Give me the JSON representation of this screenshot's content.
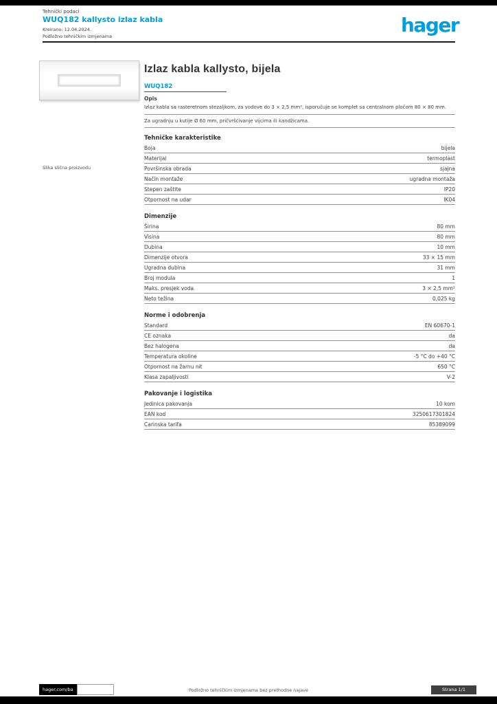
{
  "colors": {
    "accent": "#009ee0",
    "text": "#3d3d3d",
    "rule": "#909090"
  },
  "header": {
    "doc_type": "Tehnički podaci",
    "product_line": "WUQ182 kallysto izlaz kabla",
    "date_line": "Kreirano: 12.04.2024.",
    "note_line": "Podložno tehničkim izmjenama",
    "logo": "hager"
  },
  "product": {
    "title": "Izlaz kabla kallysto, bijela",
    "reference": "WUQ182",
    "image_caption": "Slika slična proizvodu",
    "description_label": "Opis",
    "description": "Izlaz kabla sa rasteretnom stezaljkom, za vodove do 3 × 2,5 mm², isporučuje se komplet sa centralnom pločom 80 × 80 mm.",
    "description2": "Za ugradnju u kutije Ø 60 mm, pričvršćivanje vijcima ili kandžicama."
  },
  "spec_groups": [
    {
      "heading": "Tehničke karakteristike",
      "rows": [
        {
          "label": "Boja",
          "value": "bijela"
        },
        {
          "label": "Materijal",
          "value": "termoplast"
        },
        {
          "label": "Površinska obrada",
          "value": "sjajna"
        },
        {
          "label": "Način montaže",
          "value": "ugradna montaža"
        },
        {
          "label": "Stepen zaštite",
          "value": "IP20"
        },
        {
          "label": "Otpornost na udar",
          "value": "IK04"
        }
      ]
    },
    {
      "heading": "Dimenzije",
      "rows": [
        {
          "label": "Širina",
          "value": "80 mm"
        },
        {
          "label": "Visina",
          "value": "80 mm"
        },
        {
          "label": "Dubina",
          "value": "10 mm"
        },
        {
          "label": "Dimenzije otvora",
          "value": "33 × 15 mm"
        },
        {
          "label": "Ugradna dubina",
          "value": "31 mm"
        },
        {
          "label": "Broj modula",
          "value": "1"
        },
        {
          "label": "Maks. presjek voda",
          "value": "3 × 2,5 mm²"
        },
        {
          "label": "Neto težina",
          "value": "0,025 kg"
        }
      ]
    },
    {
      "heading": "Norme i odobrenja",
      "rows": [
        {
          "label": "Standard",
          "value": "EN 60670-1"
        },
        {
          "label": "CE oznaka",
          "value": "da"
        },
        {
          "label": "Bez halogena",
          "value": "da"
        },
        {
          "label": "Temperatura okoline",
          "value": "-5 °C do +40 °C"
        },
        {
          "label": "Otpornost na žarnu nit",
          "value": "650 °C"
        },
        {
          "label": "Klasa zapaljivosti",
          "value": "V-2"
        }
      ]
    },
    {
      "heading": "Pakovanje i logistika",
      "rows": [
        {
          "label": "Jedinica pakovanja",
          "value": "10 kom"
        },
        {
          "label": "EAN kod",
          "value": "3250617301824"
        },
        {
          "label": "Carinska tarifa",
          "value": "85389099"
        }
      ]
    }
  ],
  "footer": {
    "site": "hager.com/ba",
    "center_note": "Podložno tehničkim izmjenama bez prethodne najave",
    "page_label": "Strana 1/1"
  }
}
